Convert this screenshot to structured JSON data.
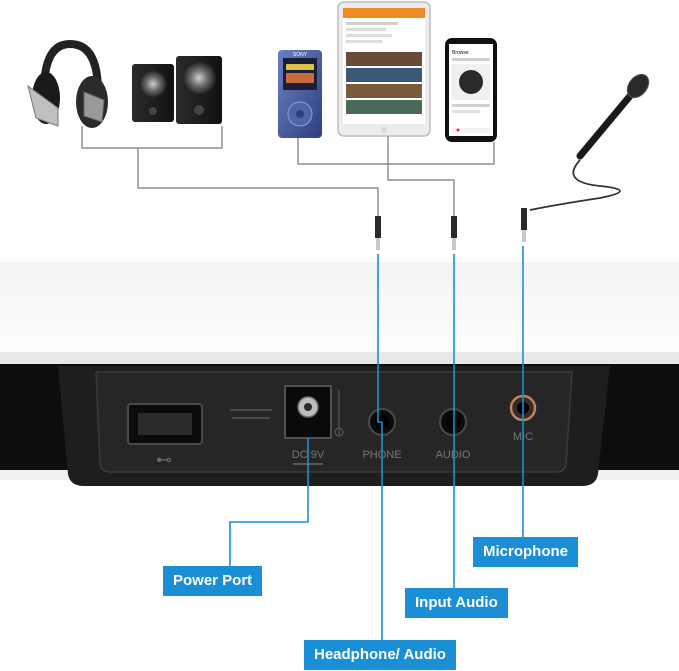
{
  "panel": {
    "usb_symbol": "⊷",
    "dc_label": "DC 9V",
    "phone_label": "PHONE",
    "audio_label": "AUDIO",
    "mic_label": "MIC"
  },
  "devices": {
    "mp3_brand": "SONY",
    "phone_header": "Browse"
  },
  "callouts": {
    "power_port": "Power Port",
    "headphone_audio": "Headphone/ Audio",
    "input_audio": "Input Audio",
    "microphone": "Microphone"
  },
  "colors": {
    "accent": "#1a8fd6",
    "panel": "#121212",
    "cable": "#8a8a8a"
  }
}
